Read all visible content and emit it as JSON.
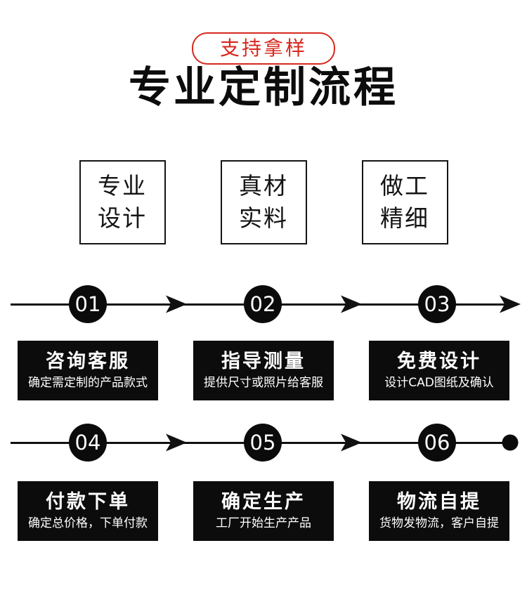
{
  "colors": {
    "accent_red": "#d7281e",
    "box_black": "#0c0c0c",
    "text_white": "#ffffff",
    "background": "#ffffff"
  },
  "header": {
    "badge_label": "支持拿样",
    "title": "专业定制流程"
  },
  "features": [
    {
      "line1": "专业",
      "line2": "设计"
    },
    {
      "line1": "真材",
      "line2": "实料"
    },
    {
      "line1": "做工",
      "line2": "精细"
    }
  ],
  "steps": [
    {
      "number": "01",
      "title": "咨询客服",
      "desc": "确定需定制的产品款式"
    },
    {
      "number": "02",
      "title": "指导测量",
      "desc": "提供尺寸或照片给客服"
    },
    {
      "number": "03",
      "title": "免费设计",
      "desc": "设计CAD图纸及确认"
    },
    {
      "number": "04",
      "title": "付款下单",
      "desc": "确定总价格，下单付款"
    },
    {
      "number": "05",
      "title": "确定生产",
      "desc": "工厂开始生产产品"
    },
    {
      "number": "06",
      "title": "物流自提",
      "desc": "货物发物流，客户自提"
    }
  ]
}
